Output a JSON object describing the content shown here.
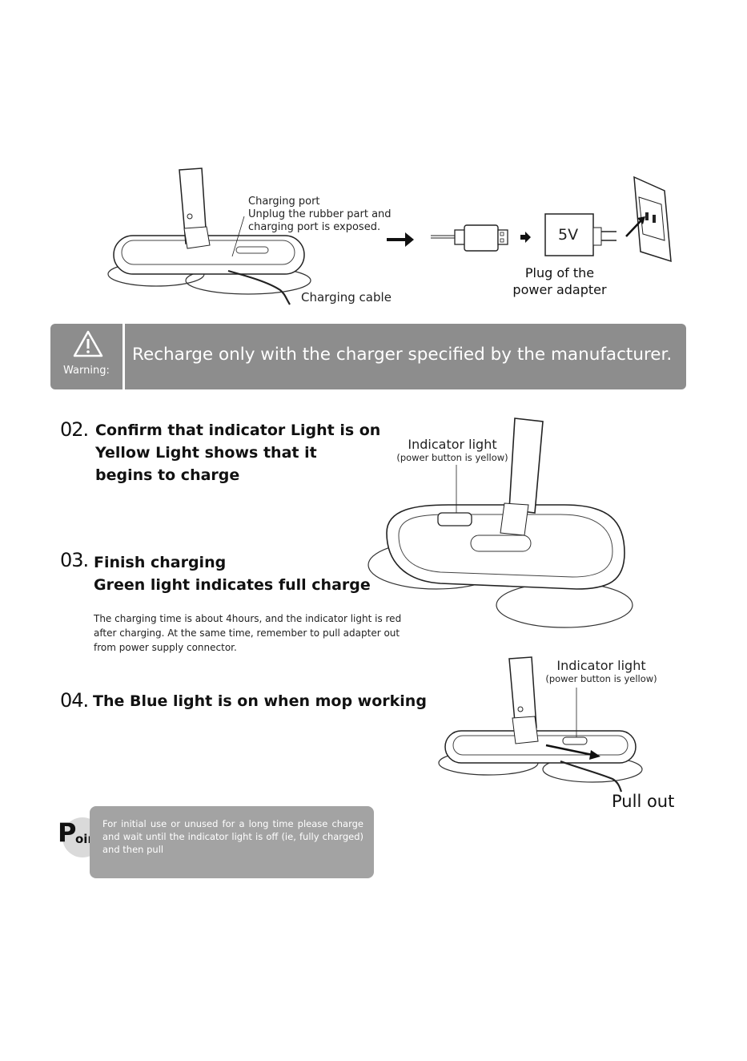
{
  "top_diagram": {
    "charging_port_title": "Charging port",
    "charging_port_line1": "Unplug the rubber part and",
    "charging_port_line2": "charging port is exposed.",
    "charging_cable": "Charging cable",
    "adapter_voltage": "5V",
    "adapter_label_line1": "Plug of the",
    "adapter_label_line2": "power adapter"
  },
  "warning": {
    "label": "Warning:",
    "text": "Recharge only with the charger specified by the manufacturer."
  },
  "step02": {
    "number": "02.",
    "line1": "Confirm that indicator Light is on",
    "line2": "Yellow Light shows that it",
    "line3": "begins to charge",
    "callout_title": "Indicator light",
    "callout_sub": "(power button is yellow)"
  },
  "step03": {
    "number": "03.",
    "line1": "Finish charging",
    "line2": "Green light indicates full charge",
    "note_line1": "The charging time is about 4hours, and the indicator light is red",
    "note_line2": "after charging. At the same time, remember to pull adapter out",
    "note_line3": "from power supply connector."
  },
  "step04": {
    "number": "04.",
    "line1": "The Blue light is on when mop working",
    "callout_title": "Indicator light",
    "callout_sub": "(power button is yellow)",
    "pull_out": "Pull out"
  },
  "point": {
    "logo_letter": "P",
    "logo_rest": "oint",
    "text": "For initial use or unused for a long time please charge and wait until the indicator light is off (ie, fully charged) and then pull"
  }
}
